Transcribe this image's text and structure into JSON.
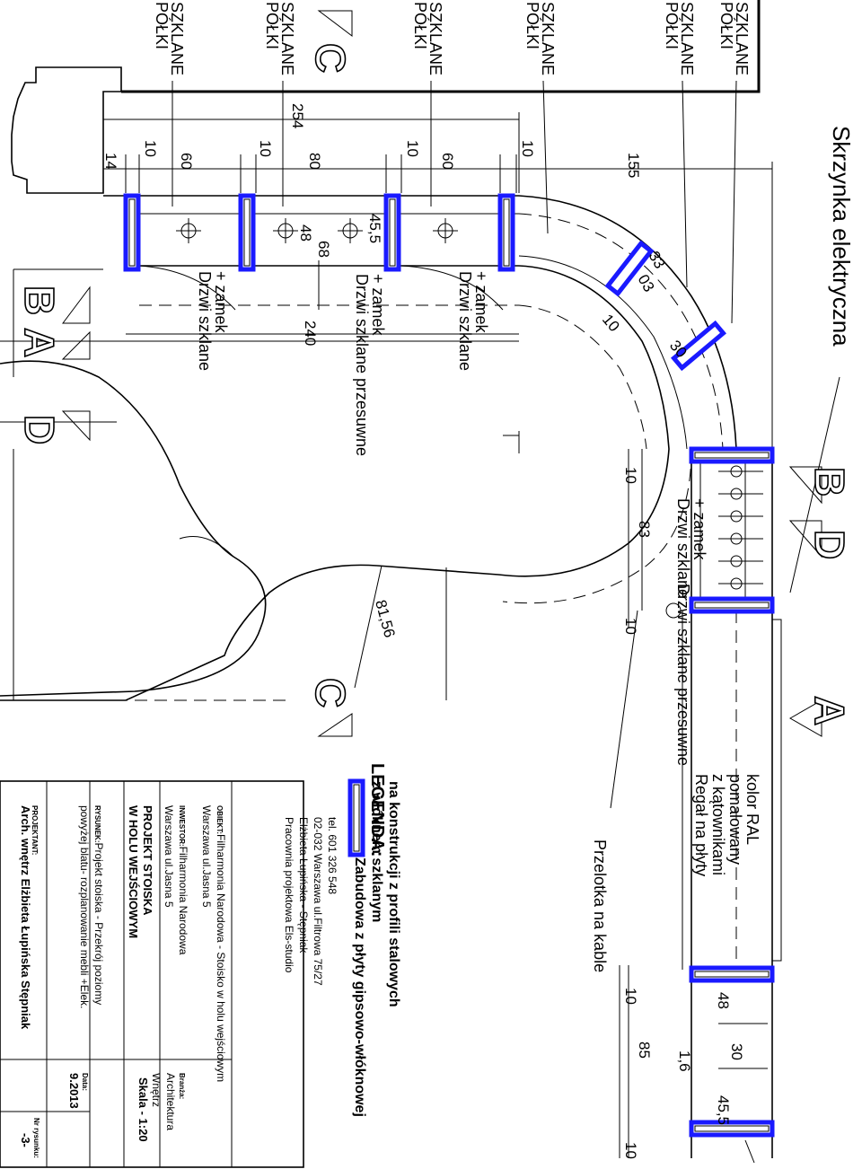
{
  "shelf_labels": [
    {
      "line1": "PÓŁKI",
      "line2": "SZKLANE"
    },
    {
      "line1": "PÓŁKI",
      "line2": "SZKLANE"
    },
    {
      "line1": "PÓŁKI",
      "line2": "SZKLANE"
    },
    {
      "line1": "PÓŁKI",
      "line2": "SZKLANE"
    },
    {
      "line1": "PÓŁKI",
      "line2": "SZKLANE"
    },
    {
      "line1": "PÓŁKI",
      "line2": "SZKLANE"
    }
  ],
  "top_label": "Skrzynka  elektryczna",
  "dimensions": {
    "d254": "254",
    "d14": "14",
    "d10a": "10",
    "d60a": "60",
    "d10b": "10",
    "d80": "80",
    "d10c": "10",
    "d60b": "60",
    "d10d": "10",
    "d155": "155",
    "d45_5": "45,5",
    "d48": "48",
    "d68": "68",
    "d240": "240",
    "d33": "33",
    "d03": "03",
    "d10e": "10",
    "d30": "30",
    "d10f": "10",
    "d83": "83",
    "d10g": "10",
    "d81_56": "81,56",
    "d10h": "10",
    "d85": "85",
    "d10i": "10",
    "d48b": "48",
    "d30b": "30",
    "d1_6": "1,6",
    "d45_5b": "45,5"
  },
  "door_labels": [
    {
      "line1": "Drzwi szklane",
      "line2": "+ zamek"
    },
    {
      "line1": "Drzwi szklane przesuwne",
      "line2": "+ zamek"
    },
    {
      "line1": "Drzwi szklane",
      "line2": "+ zamek"
    },
    {
      "line1": "Drzwi szklane",
      "line2": "+ zamek"
    },
    {
      "line1": "Drzwi szklane przesuwne",
      "line2": ""
    }
  ],
  "section_letters": {
    "b_left": "B",
    "a_left": "A",
    "d_left": "D",
    "c_top": "C",
    "c_mid": "C",
    "b_right": "B",
    "d_right": "D",
    "a_right": "A"
  },
  "notes": {
    "regal": [
      "Regał na płyty",
      "z kątownikami",
      "pomalowany",
      "kolor RAL"
    ],
    "przelotka": "Przelotka na kable"
  },
  "legend": {
    "title": "LEGENDA:",
    "item": [
      "Zabudowa z płyty gipsowo-włóknowej",
      "z włóknem szklanym",
      "na konstrukcji z profili stalowych"
    ]
  },
  "title_block": {
    "office": [
      "Pracownia projektowa Els-studio",
      "Elżbieta Łupińska - Stępniak",
      "02-032 Warszawa ul.Filtrowa 75/27",
      "tel. 601 326 548"
    ],
    "obiekt_label": "OBIEKT:",
    "obiekt": [
      "Filharmonia Narodowa - Stoisko w holu wejściowym",
      "Warszawa ul.Jasna 5"
    ],
    "branza_label": "Branża:",
    "branza": [
      "Architektura",
      "Wnętrz"
    ],
    "inwestor_label": "INWESTOR:",
    "inwestor": [
      "Filharmonia Narodowa",
      "Warszawa ul.Jasna 5"
    ],
    "projekt": [
      "PROJEKT STOISKA",
      "W HOLU WEJŚCIOWYM"
    ],
    "skala": "Skala - 1:20",
    "rysunek_label": "RYSUNEK:",
    "rysunek": [
      "Projekt stoiska - Przekrój poziomy",
      "powyżej blatu-   rozplanowanie mebli +Elek."
    ],
    "data_label": "Data:",
    "data": "9.2013",
    "projektant_label": "PROJEKTANT:",
    "projektant": "Arch. wnętrz Elżbieta Łupińska Stępniak",
    "nr_label": "Nr rysunku:",
    "nr": "-3-"
  }
}
